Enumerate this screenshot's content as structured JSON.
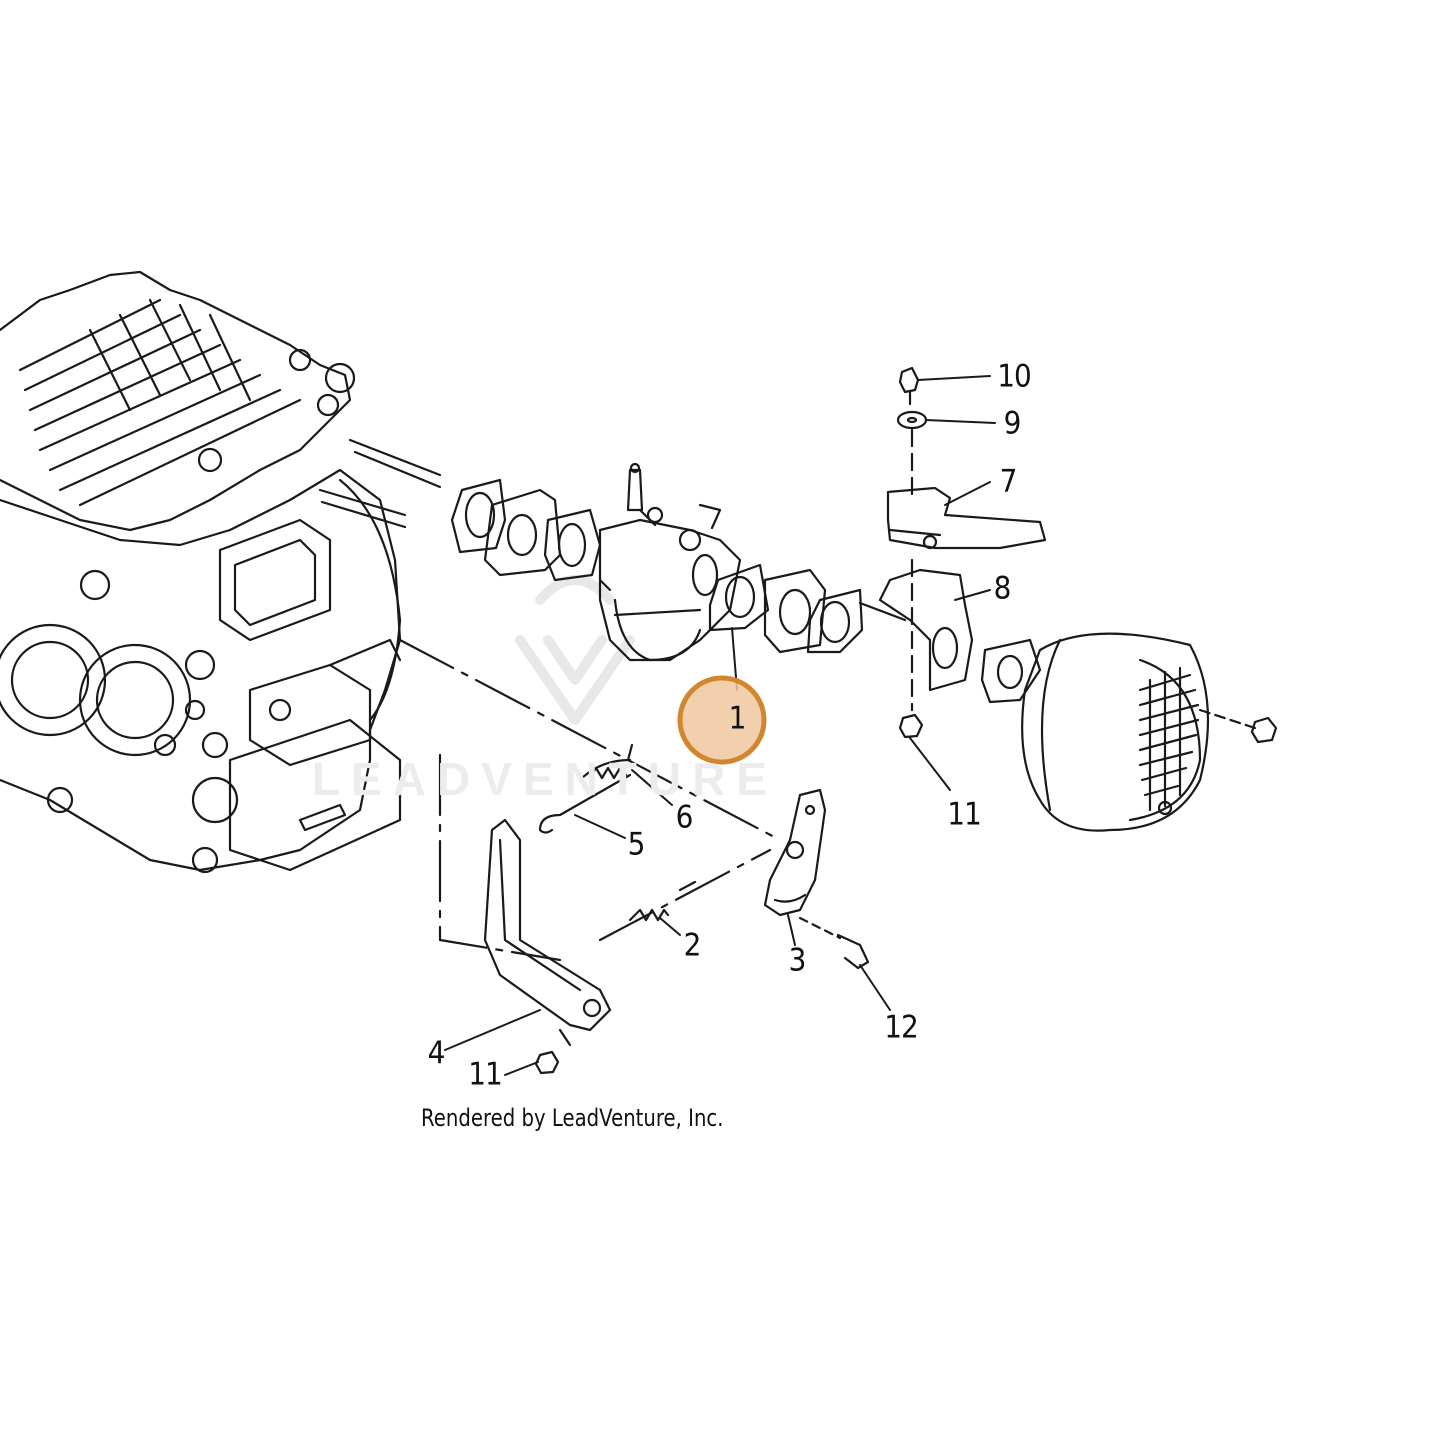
{
  "diagram": {
    "callouts": [
      {
        "id": "c10a",
        "label": "10"
      },
      {
        "id": "c9",
        "label": "9"
      },
      {
        "id": "c7",
        "label": "7"
      },
      {
        "id": "c8",
        "label": "8"
      },
      {
        "id": "c1",
        "label": "1"
      },
      {
        "id": "c6",
        "label": "6"
      },
      {
        "id": "c11a",
        "label": "11"
      },
      {
        "id": "c5",
        "label": "5"
      },
      {
        "id": "c2",
        "label": "2"
      },
      {
        "id": "c3",
        "label": "3"
      },
      {
        "id": "c12",
        "label": "12"
      },
      {
        "id": "c4",
        "label": "4"
      },
      {
        "id": "c11b",
        "label": "11"
      }
    ],
    "highlighted_callout": "1",
    "highlight_color": "#d2872e",
    "highlight_fill": "#f0c8a0",
    "line_color": "#1a1a1a",
    "watermark": {
      "text": "LEADVENTURE",
      "logo": "leadventure-logo-mark"
    },
    "caption": "Rendered by LeadVenture, Inc."
  }
}
